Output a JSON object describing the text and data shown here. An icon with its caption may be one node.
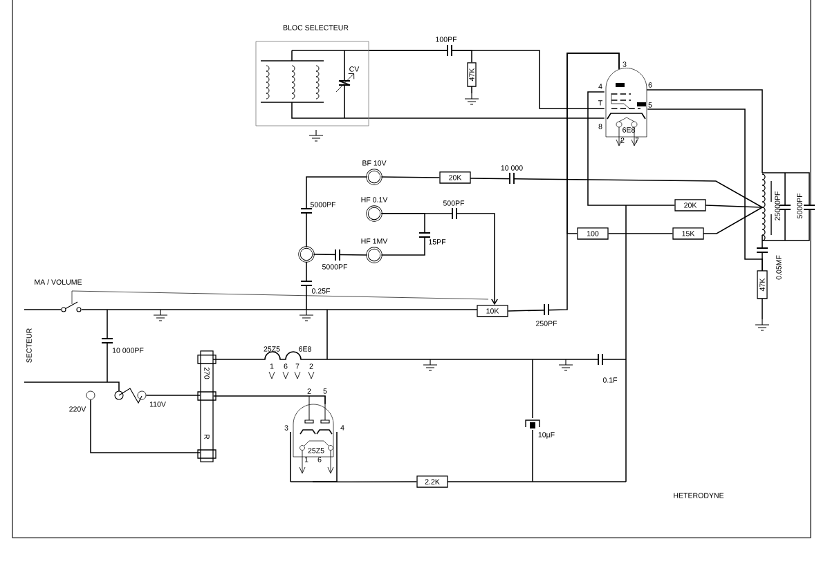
{
  "diagram": {
    "nodes": [
      {
        "text": [
          "BLOC SELECTEUR"
        ]
      },
      {
        "text": [
          "47K"
        ]
      },
      {
        "text": [
          "6E8"
        ],
        "beside": [
          "3",
          "4",
          "T",
          "8",
          "6",
          "5",
          "2",
          "7"
        ]
      },
      {
        "text": [],
        "shape": "circle",
        "beside": [
          "BF 10V"
        ]
      },
      {
        "text": [
          "20K"
        ]
      },
      {
        "text": [],
        "shape": "circle",
        "beside": [
          "HF 0.1V"
        ]
      },
      {
        "text": [],
        "shape": "circle",
        "beside": [
          "HF 1MV"
        ]
      },
      {
        "text": [],
        "shape": "circle"
      },
      {
        "text": [
          "20K"
        ]
      },
      {
        "text": [
          "100"
        ]
      },
      {
        "text": [
          "15K"
        ]
      },
      {
        "text": [
          "47K"
        ]
      },
      {
        "text": [
          "10K"
        ]
      },
      {
        "text": [
          "270",
          "R"
        ]
      },
      {
        "text": [
          "25Z5"
        ],
        "beside": [
          "2",
          "5",
          "3",
          "4",
          "1",
          "6"
        ]
      },
      {
        "text": [
          "2.2K"
        ]
      },
      {
        "text": [],
        "shape": "circle",
        "beside": [
          "220V"
        ]
      },
      {
        "text": [],
        "shape": "circle",
        "beside": [
          "110V"
        ]
      }
    ],
    "edges": [
      {
        "from": 3,
        "to": 4,
        "arrow": "none"
      },
      {
        "from": 7,
        "to": 6,
        "arrow": "none"
      },
      {
        "from": 5,
        "to": 12,
        "arrow": "to"
      },
      {
        "from": 9,
        "to": 10,
        "arrow": "none"
      },
      {
        "from": 16,
        "to": 13,
        "arrow": "none"
      },
      {
        "from": 17,
        "to": 13,
        "arrow": "none"
      },
      {
        "from": 13,
        "to": 14,
        "arrow": "none"
      },
      {
        "from": 14,
        "to": 15,
        "arrow": "none"
      },
      {
        "from": 3,
        "to": 7,
        "arrow": "none"
      },
      {
        "from": 5,
        "to": 6,
        "arrow": "none"
      },
      {
        "from": 0,
        "to": 2,
        "arrow": "none"
      },
      {
        "from": 0,
        "to": 2,
        "arrow": "none"
      },
      {
        "from": 2,
        "to": 12,
        "arrow": "none"
      },
      {
        "from": 2,
        "to": 8,
        "arrow": "none"
      },
      {
        "from": 2,
        "to": 11,
        "arrow": "none"
      },
      {
        "from": 0,
        "to": 1,
        "arrow": "none"
      },
      {
        "from": 2,
        "to": 9,
        "arrow": "none"
      }
    ],
    "labels": [
      "CV",
      "100PF",
      "10 000",
      "5000PF",
      "500PF",
      "15PF",
      "5000PF",
      "0.25F",
      "25000PF",
      "5000PF",
      "0.05MF",
      "MA / VOLUME",
      "250PF",
      "SECTEUR",
      "10 000PF",
      "25Z5",
      "6E8",
      "1",
      "6",
      "7",
      "2",
      "0.1F",
      "10µF",
      "HETERODYNE"
    ]
  }
}
